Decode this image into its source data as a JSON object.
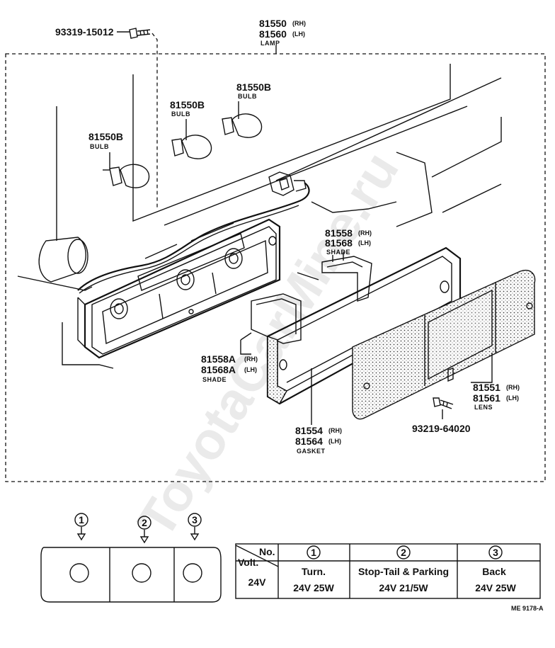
{
  "watermark": "ToyotaCarMine.ru",
  "lamp": {
    "rh": "81550",
    "lh": "81560",
    "rh_tag": "(RH)",
    "lh_tag": "(LH)",
    "caption": "LAMP"
  },
  "screw_top": {
    "number": "93319-15012"
  },
  "screw_bottom": {
    "number": "93219-64020"
  },
  "bulbs": [
    {
      "number": "81550B",
      "caption": "BULB"
    },
    {
      "number": "81550B",
      "caption": "BULB"
    },
    {
      "number": "81550B",
      "caption": "BULB"
    }
  ],
  "shade_upper": {
    "rh": "81558",
    "lh": "81568",
    "rh_tag": "(RH)",
    "lh_tag": "(LH)",
    "caption": "SHADE"
  },
  "shade_lower": {
    "rh": "81558A",
    "lh": "81568A",
    "rh_tag": "(RH)",
    "lh_tag": "(LH)",
    "caption": "SHADE"
  },
  "gasket": {
    "rh": "81554",
    "lh": "81564",
    "rh_tag": "(RH)",
    "lh_tag": "(LH)",
    "caption": "GASKET"
  },
  "lens": {
    "rh": "81551",
    "lh": "81561",
    "rh_tag": "(RH)",
    "lh_tag": "(LH)",
    "caption": "LENS"
  },
  "positions": [
    "1",
    "2",
    "3"
  ],
  "table": {
    "header_no": "No.",
    "header_volt": "Volt.",
    "columns": [
      "1",
      "2",
      "3"
    ],
    "names": [
      "Turn.",
      "Stop-Tail & Parking",
      "Back"
    ],
    "voltage": "24V",
    "ratings": [
      "24V 25W",
      "24V 21/5W",
      "24V 25W"
    ]
  },
  "ref_code": "ME 9178-A"
}
